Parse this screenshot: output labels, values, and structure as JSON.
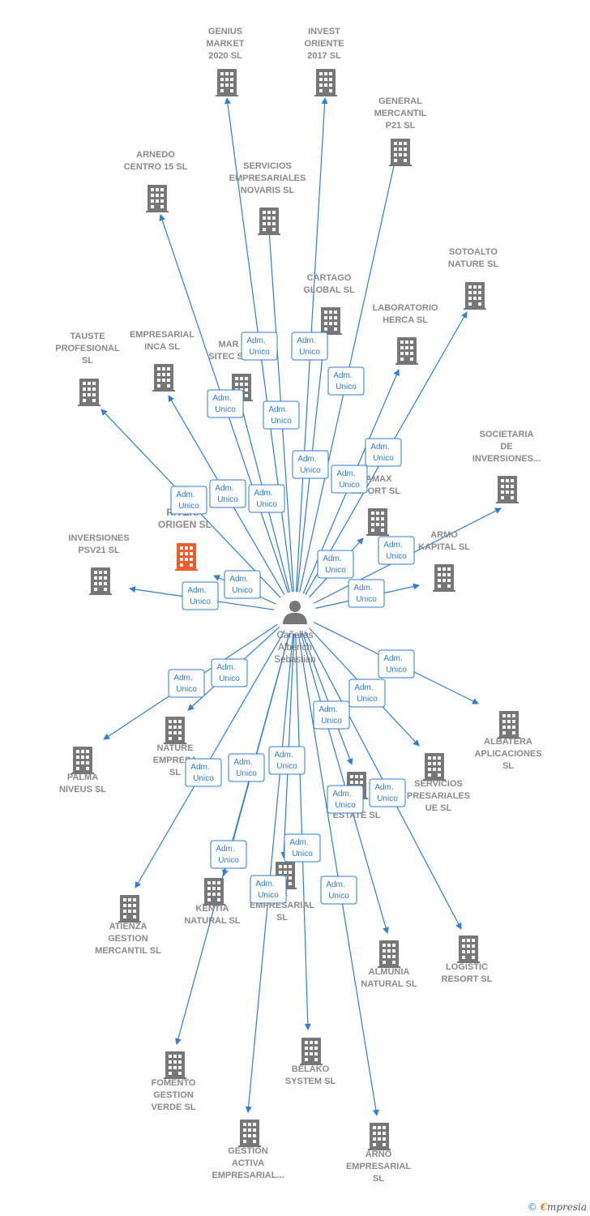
{
  "colors": {
    "edge": "#2e7ed6",
    "building": "#777777",
    "building_highlight": "#f15a29",
    "person": "#777777",
    "label": "#8a8a8a"
  },
  "person": {
    "name_lines": [
      "Cañellas",
      "Alberich",
      "Sebastian"
    ],
    "icon": "person-icon"
  },
  "role_label_lines": [
    "Adm.",
    "Unico"
  ],
  "companies": [
    {
      "id": "genius",
      "lines": [
        "GENIUS",
        "MARKET",
        "2020  SL"
      ],
      "icon": "building-icon"
    },
    {
      "id": "invest",
      "lines": [
        "INVEST",
        "ORIENTE",
        "2017  SL"
      ],
      "icon": "building-icon"
    },
    {
      "id": "general",
      "lines": [
        "GENERAL",
        "MERCANTIL",
        "P21  SL"
      ],
      "icon": "building-icon"
    },
    {
      "id": "arnedo",
      "lines": [
        "ARNEDO",
        "CENTRO 15  SL"
      ],
      "icon": "building-icon"
    },
    {
      "id": "novaris",
      "lines": [
        "SERVICIOS",
        "EMPRESARIALES",
        "NOVARIS  SL"
      ],
      "icon": "building-icon"
    },
    {
      "id": "sotoalto",
      "lines": [
        "SOTOALTO",
        "NATURE  SL"
      ],
      "icon": "building-icon"
    },
    {
      "id": "cartago",
      "lines": [
        "CARTAGO",
        "GLOBAL  SL"
      ],
      "icon": "building-icon"
    },
    {
      "id": "herca",
      "lines": [
        "LABORATORIO",
        "HERCA  SL"
      ],
      "icon": "building-icon"
    },
    {
      "id": "tauste",
      "lines": [
        "TAUSTE",
        "PROFESIONAL",
        "SL"
      ],
      "icon": "building-icon"
    },
    {
      "id": "inca",
      "lines": [
        "EMPRESARIAL",
        "INCA  SL"
      ],
      "icon": "building-icon"
    },
    {
      "id": "marsitec",
      "lines": [
        "MAR",
        "SITEC  SL"
      ],
      "icon": "building-icon"
    },
    {
      "id": "societaria",
      "lines": [
        "SOCIETARIA",
        "DE",
        "INVERSIONES..."
      ],
      "icon": "building-icon"
    },
    {
      "id": "vamax",
      "lines": [
        "VAMAX",
        "IMPORT  SL"
      ],
      "icon": "building-icon"
    },
    {
      "id": "rivera",
      "lines": [
        "RIVERA",
        "ORIGEN  SL"
      ],
      "icon": "building-icon",
      "highlight": true
    },
    {
      "id": "armo",
      "lines": [
        "ARMO",
        "KAPITAL  SL"
      ],
      "icon": "building-icon"
    },
    {
      "id": "psv21",
      "lines": [
        "INVERSIONES",
        "PSV21  SL"
      ],
      "icon": "building-icon"
    },
    {
      "id": "albatera",
      "lines": [
        "ALBATERA",
        "APLICACIONES",
        "SL"
      ],
      "icon": "building-icon"
    },
    {
      "id": "nature",
      "lines": [
        "NATURE",
        "EMPRESA",
        "SL"
      ],
      "icon": "building-icon"
    },
    {
      "id": "palma",
      "lines": [
        "PALMA",
        "NIVEUS  SL"
      ],
      "icon": "building-icon"
    },
    {
      "id": "serviciosue",
      "lines": [
        "SERVICIOS",
        "PRESARIALES",
        "UE  SL"
      ],
      "icon": "building-icon"
    },
    {
      "id": "estate",
      "lines": [
        "IA",
        "ESTATE  SL"
      ],
      "icon": "building-icon"
    },
    {
      "id": "atienza",
      "lines": [
        "ATIENZA",
        "GESTION",
        "MERCANTIL  SL"
      ],
      "icon": "building-icon"
    },
    {
      "id": "kentia",
      "lines": [
        "KENTIA",
        "NATURAL  SL"
      ],
      "icon": "building-icon"
    },
    {
      "id": "teempresarial",
      "lines": [
        "TE",
        "EMPRESARIAL",
        "SL"
      ],
      "icon": "building-icon"
    },
    {
      "id": "almunia",
      "lines": [
        "ALMUNIA",
        "NATURAL  SL"
      ],
      "icon": "building-icon"
    },
    {
      "id": "logistic",
      "lines": [
        "LOGISTIC",
        "RESORT SL"
      ],
      "icon": "building-icon"
    },
    {
      "id": "fomento",
      "lines": [
        "FOMENTO",
        "GESTION",
        "VERDE  SL"
      ],
      "icon": "building-icon"
    },
    {
      "id": "belako",
      "lines": [
        "BELAKO",
        "SYSTEM  SL"
      ],
      "icon": "building-icon"
    },
    {
      "id": "gestion",
      "lines": [
        "GESTION",
        "ACTIVA",
        "EMPRESARIAL..."
      ],
      "icon": "building-icon"
    },
    {
      "id": "arno",
      "lines": [
        "ARNO",
        "EMPRESARIAL",
        "SL"
      ],
      "icon": "building-icon"
    }
  ],
  "watermark": {
    "copyright": "©",
    "brand_initial": "€",
    "brand_rest": "mpresia"
  }
}
